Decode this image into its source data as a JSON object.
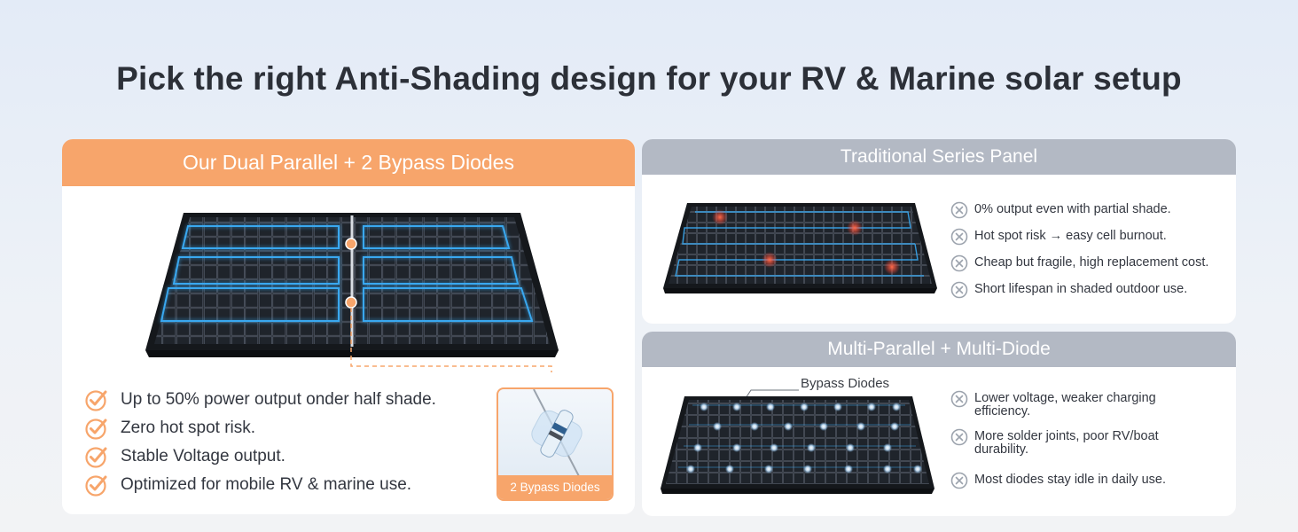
{
  "title": "Pick the right Anti-Shading design for your RV & Marine solar setup",
  "left_card": {
    "header": "Our Dual Parallel + 2 Bypass Diodes",
    "features": [
      "Up to 50% power output onder half shade.",
      "Zero hot spot risk.",
      "Stable Voltage output.",
      "Optimized for mobile RV & marine use."
    ],
    "diode_label": "2 Bypass Diodes",
    "icons": {
      "feature": "check-icon"
    }
  },
  "traditional_card": {
    "header": "Traditional Series Panel",
    "drawbacks": [
      "0% output even with partial shade.",
      "Hot spot risk → easy cell burnout.",
      "Cheap but fragile, high replacement cost.",
      "Short lifespan in shaded outdoor use."
    ],
    "icons": {
      "drawback": "x-circle-icon"
    }
  },
  "multi_card": {
    "header": "Multi-Parallel + Multi-Diode",
    "bypass_label": "Bypass Diodes",
    "drawbacks": [
      "Lower voltage, weaker charging efficiency.",
      "More solder joints, poor RV/boat durability.",
      "Most diodes stay idle in daily use."
    ],
    "icons": {
      "drawback": "x-circle-icon"
    }
  },
  "colors": {
    "accent": "#f7a56b",
    "header_gray": "#b3b9c4",
    "circuit_blue": "#39a8f0",
    "hotspot_red": "#ff4a3a"
  }
}
